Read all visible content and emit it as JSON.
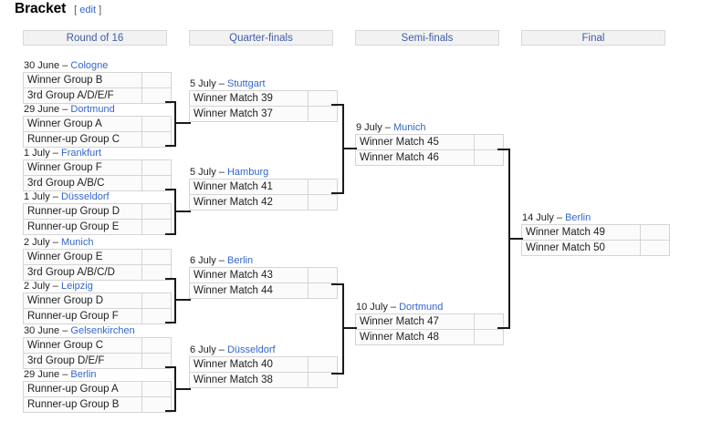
{
  "header": {
    "title": "Bracket",
    "edit_prefix": "[ ",
    "edit_label": "edit",
    "edit_suffix": " ]"
  },
  "rounds": [
    {
      "id": "round-of-16",
      "label": "Round of 16"
    },
    {
      "id": "quarter-finals",
      "label": "Quarter-finals"
    },
    {
      "id": "semi-finals",
      "label": "Semi-finals"
    },
    {
      "id": "final",
      "label": "Final"
    }
  ],
  "matches": {
    "r16": [
      {
        "date": "30 June",
        "dash": " – ",
        "venue": "Cologne",
        "home": "Winner Group B",
        "home_score": "",
        "away": "3rd Group A/D/E/F",
        "away_score": ""
      },
      {
        "date": "29 June",
        "dash": " – ",
        "venue": "Dortmund",
        "home": "Winner Group A",
        "home_score": "",
        "away": "Runner-up Group C",
        "away_score": ""
      },
      {
        "date": "1 July",
        "dash": " – ",
        "venue": "Frankfurt",
        "home": "Winner Group F",
        "home_score": "",
        "away": "3rd Group A/B/C",
        "away_score": ""
      },
      {
        "date": "1 July",
        "dash": " – ",
        "venue": "Düsseldorf",
        "home": "Runner-up Group D",
        "home_score": "",
        "away": "Runner-up Group E",
        "away_score": ""
      },
      {
        "date": "2 July",
        "dash": " – ",
        "venue": "Munich",
        "home": "Winner Group E",
        "home_score": "",
        "away": "3rd Group A/B/C/D",
        "away_score": ""
      },
      {
        "date": "2 July",
        "dash": " – ",
        "venue": "Leipzig",
        "home": "Winner Group D",
        "home_score": "",
        "away": "Runner-up Group F",
        "away_score": ""
      },
      {
        "date": "30 June",
        "dash": " – ",
        "venue": "Gelsenkirchen",
        "home": "Winner Group C",
        "home_score": "",
        "away": "3rd Group D/E/F",
        "away_score": ""
      },
      {
        "date": "29 June",
        "dash": " – ",
        "venue": "Berlin",
        "home": "Runner-up Group A",
        "home_score": "",
        "away": "Runner-up Group B",
        "away_score": ""
      }
    ],
    "qf": [
      {
        "date": "5 July",
        "dash": " – ",
        "venue": "Stuttgart",
        "home": "Winner Match 39",
        "home_score": "",
        "away": "Winner Match 37",
        "away_score": ""
      },
      {
        "date": "5 July",
        "dash": " – ",
        "venue": "Hamburg",
        "home": "Winner Match 41",
        "home_score": "",
        "away": "Winner Match 42",
        "away_score": ""
      },
      {
        "date": "6 July",
        "dash": " – ",
        "venue": "Berlin",
        "home": "Winner Match 43",
        "home_score": "",
        "away": "Winner Match 44",
        "away_score": ""
      },
      {
        "date": "6 July",
        "dash": " – ",
        "venue": "Düsseldorf",
        "home": "Winner Match 40",
        "home_score": "",
        "away": "Winner Match 38",
        "away_score": ""
      }
    ],
    "sf": [
      {
        "date": "9 July",
        "dash": " – ",
        "venue": "Munich",
        "home": "Winner Match 45",
        "home_score": "",
        "away": "Winner Match 46",
        "away_score": ""
      },
      {
        "date": "10 July",
        "dash": " – ",
        "venue": "Dortmund",
        "home": "Winner Match 47",
        "home_score": "",
        "away": "Winner Match 48",
        "away_score": ""
      }
    ],
    "f": [
      {
        "date": "14 July",
        "dash": " – ",
        "venue": "Berlin",
        "home": "Winner Match 49",
        "home_score": "",
        "away": "Winner Match 50",
        "away_score": ""
      }
    ]
  },
  "colors": {
    "link": "#3366cc",
    "header_text": "#3f5ca6",
    "header_bg": "#f2f2f2",
    "cell_border": "#d5d5d5",
    "connector": "#1b1b1b"
  }
}
